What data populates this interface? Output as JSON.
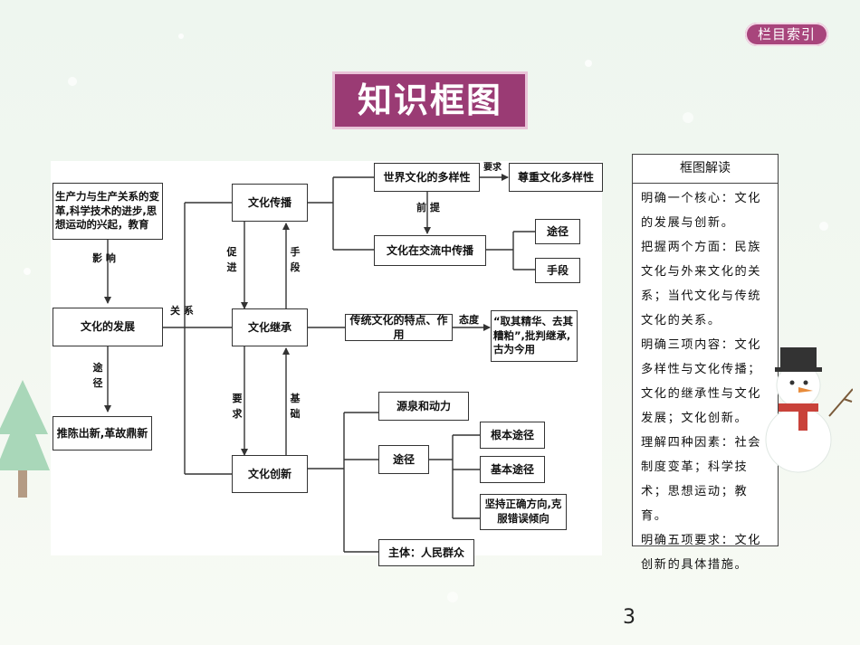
{
  "nav": {
    "index_label": "栏目索引"
  },
  "title": "知识框图",
  "diagram": {
    "nodes": {
      "cause": "生产力与生产关系的变革,科学技术的进步,思想运动的兴起，教育",
      "dev": "文化的发展",
      "renew": "推陈出新,革故鼎新",
      "spread": "文化传播",
      "inherit": "文化继承",
      "innov": "文化创新",
      "diversity": "世界文化的多样性",
      "respect": "尊重文化多样性",
      "exchange": "文化在交流中传播",
      "route": "途径",
      "means": "手段",
      "tradition": "传统文化的特点、作用",
      "attitude_text": "“取其精华、去其糟粕”,批判继承,古为今用",
      "source": "源泉和动力",
      "way": "途径",
      "basic_way": "根本途径",
      "fund_way": "基本途径",
      "persist": "坚持正确方向,克服错误倾向",
      "subject": "主体：人民群众"
    },
    "labels": {
      "influence": "影 响",
      "relation": "关 系",
      "route_v": "途径",
      "promote": "促进",
      "means_v": "手段",
      "require_h": "要求",
      "premise": "前 提",
      "attitude": "态度",
      "require_v": "要求",
      "basis": "基础"
    }
  },
  "side_panel": {
    "heading": "框图解读",
    "paragraphs": [
      "明确一个核心：文化的发展与创新。",
      "把握两个方面：民族文化与外来文化的关系；当代文化与传统文化的关系。",
      "明确三项内容：文化多样性与文化传播；文化的继承性与文化发展；文化创新。",
      "理解四种因素：社会制度变革；科学技术；思想运动；教育。",
      "明确五项要求：文化创新的具体措施。"
    ]
  },
  "page_number": "3",
  "colors": {
    "accent": "#9a3b74",
    "nav": "#a8457c"
  }
}
